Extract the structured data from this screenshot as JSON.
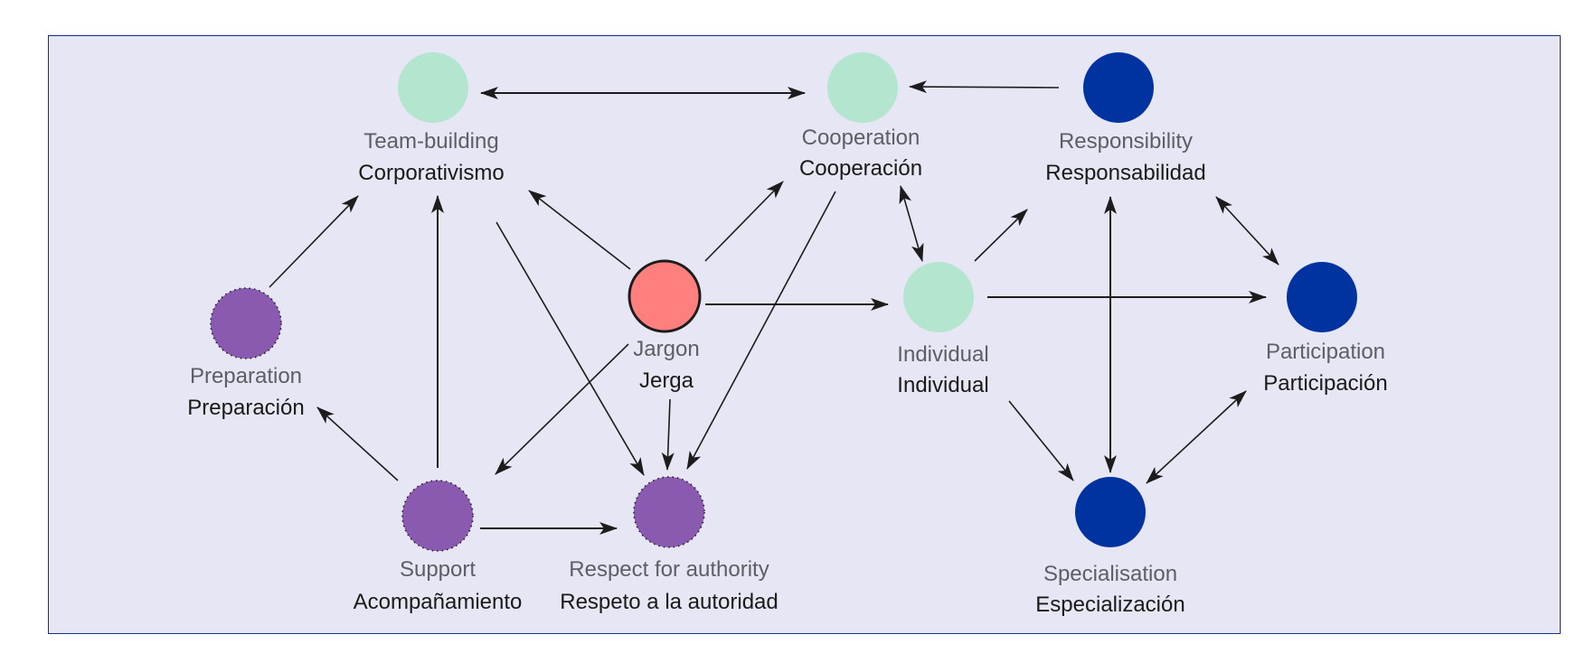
{
  "diagram": {
    "colors": {
      "background": "#e6e6f4",
      "border": "#0a3390",
      "group_green": "#b3e5cf",
      "group_purple": "#8a5ab0",
      "group_blue": "#0033a0",
      "center_red": "#ff7f7f",
      "edge": "#1c1c1c"
    },
    "nodes": [
      {
        "id": "team",
        "en": "Team-building",
        "es": "Corporativismo",
        "group": "green"
      },
      {
        "id": "coop",
        "en": "Cooperation",
        "es": "Cooperación",
        "group": "green"
      },
      {
        "id": "resp",
        "en": "Responsibility",
        "es": "Responsabilidad",
        "group": "blue"
      },
      {
        "id": "prep",
        "en": "Preparation",
        "es": "Preparación",
        "group": "purple"
      },
      {
        "id": "jarg",
        "en": "Jargon",
        "es": "Jerga",
        "group": "center"
      },
      {
        "id": "indiv",
        "en": "Individual",
        "es": "Individual",
        "group": "green"
      },
      {
        "id": "part",
        "en": "Participation",
        "es": "Participación",
        "group": "blue"
      },
      {
        "id": "supp",
        "en": "Support",
        "es": "Acompañamiento",
        "group": "purple"
      },
      {
        "id": "respect",
        "en": "Respect for authority",
        "es": "Respeto a la autoridad",
        "group": "purple"
      },
      {
        "id": "spec",
        "en": "Specialisation",
        "es": "Especialización",
        "group": "blue"
      }
    ],
    "edges": [
      {
        "from": "team",
        "to": "coop",
        "bidirectional": true
      },
      {
        "from": "resp",
        "to": "coop",
        "bidirectional": false
      },
      {
        "from": "prep",
        "to": "team",
        "bidirectional": false
      },
      {
        "from": "supp",
        "to": "team",
        "bidirectional": false
      },
      {
        "from": "jarg",
        "to": "team",
        "bidirectional": false
      },
      {
        "from": "team",
        "to": "respect",
        "bidirectional": false
      },
      {
        "from": "jarg",
        "to": "coop",
        "bidirectional": false
      },
      {
        "from": "coop",
        "to": "respect",
        "bidirectional": false
      },
      {
        "from": "coop",
        "to": "indiv",
        "bidirectional": true
      },
      {
        "from": "jarg",
        "to": "indiv",
        "bidirectional": false
      },
      {
        "from": "jarg",
        "to": "supp",
        "bidirectional": false
      },
      {
        "from": "jarg",
        "to": "respect",
        "bidirectional": false
      },
      {
        "from": "supp",
        "to": "prep",
        "bidirectional": false
      },
      {
        "from": "supp",
        "to": "respect",
        "bidirectional": false
      },
      {
        "from": "indiv",
        "to": "resp",
        "bidirectional": false
      },
      {
        "from": "indiv",
        "to": "part",
        "bidirectional": false
      },
      {
        "from": "indiv",
        "to": "spec",
        "bidirectional": false
      },
      {
        "from": "spec",
        "to": "resp",
        "bidirectional": true
      },
      {
        "from": "resp",
        "to": "part",
        "bidirectional": true
      },
      {
        "from": "spec",
        "to": "part",
        "bidirectional": true
      }
    ]
  }
}
